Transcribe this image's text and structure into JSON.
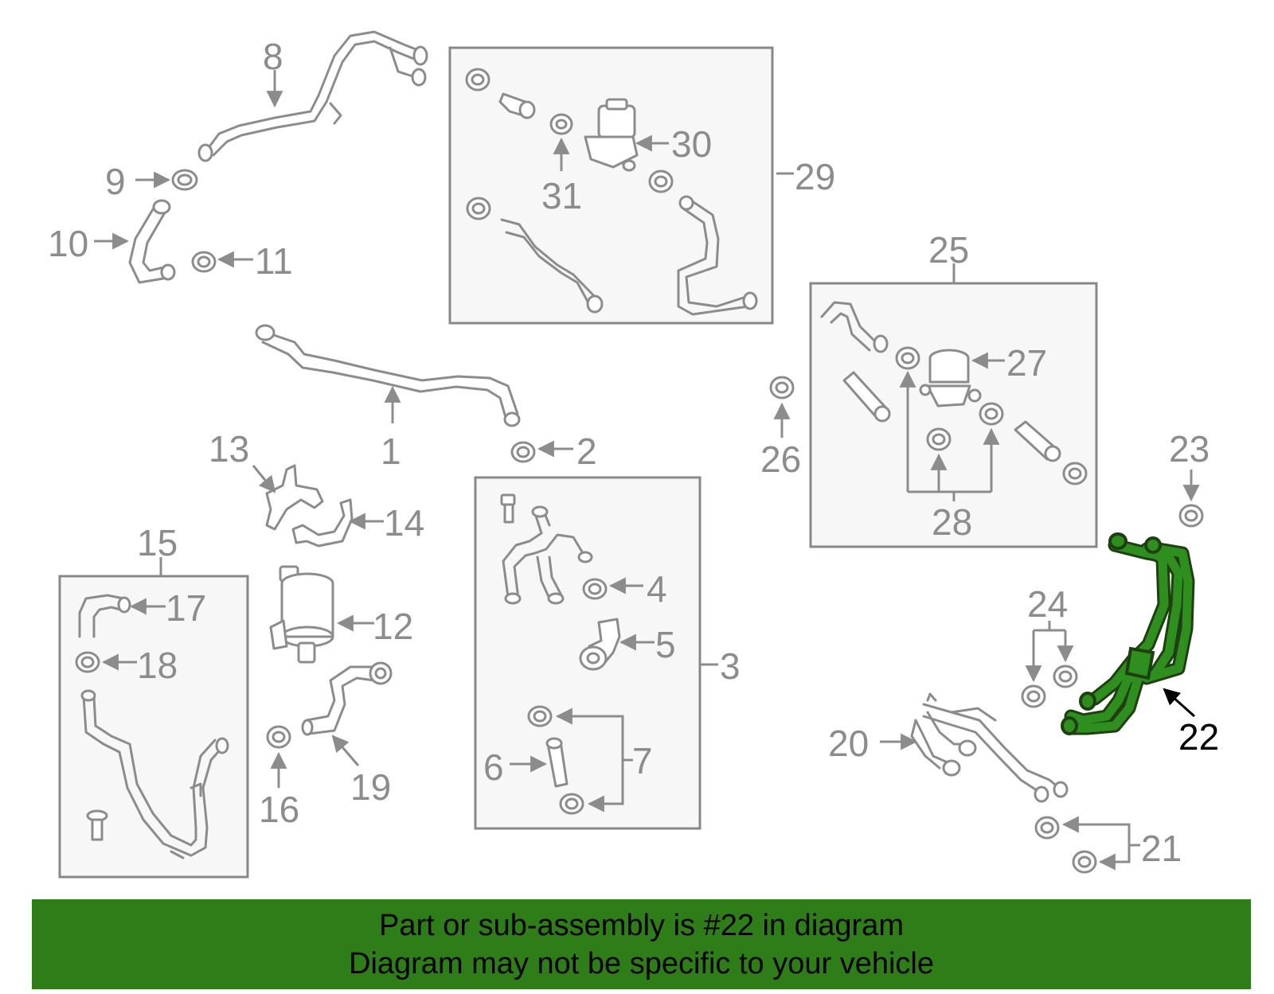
{
  "diagram": {
    "highlight_color": "#2e7d19",
    "highlighted_part": "22",
    "labels": {
      "p1": "1",
      "p2": "2",
      "p3": "3",
      "p4": "4",
      "p5": "5",
      "p6": "6",
      "p7": "7",
      "p8": "8",
      "p9": "9",
      "p10": "10",
      "p11": "11",
      "p12": "12",
      "p13": "13",
      "p14": "14",
      "p15": "15",
      "p16": "16",
      "p17": "17",
      "p18": "18",
      "p19": "19",
      "p20": "20",
      "p21": "21",
      "p22": "22",
      "p23": "23",
      "p24": "24",
      "p25": "25",
      "p26": "26",
      "p27": "27",
      "p28": "28",
      "p29": "29",
      "p30": "30",
      "p31": "31"
    }
  },
  "banner": {
    "line1": "Part or sub-assembly is #22 in diagram",
    "line2": "Diagram may not be specific to your vehicle"
  }
}
